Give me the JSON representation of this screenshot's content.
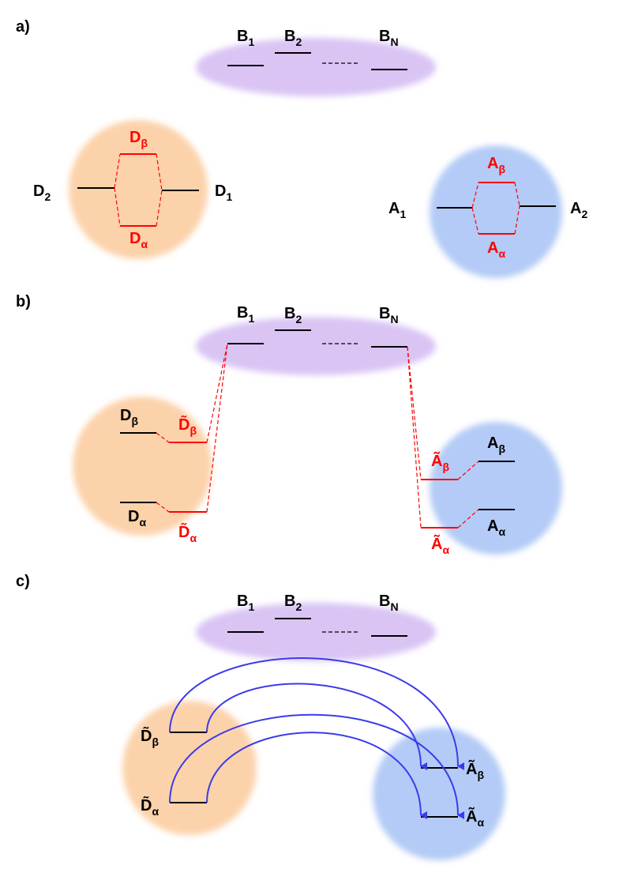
{
  "panels": {
    "a": "a)",
    "b": "b)",
    "c": "c)"
  },
  "bridge": {
    "b1": {
      "main": "B",
      "sub": "1"
    },
    "b2": {
      "main": "B",
      "sub": "2"
    },
    "bn": {
      "main": "B",
      "sub": "N"
    }
  },
  "donor": {
    "d1": {
      "main": "D",
      "sub": "1"
    },
    "d2": {
      "main": "D",
      "sub": "2"
    },
    "d_alpha": {
      "main": "D",
      "sub": "α"
    },
    "d_beta": {
      "main": "D",
      "sub": "β"
    },
    "dt_alpha": {
      "main": "D̃",
      "sub": "α"
    },
    "dt_beta": {
      "main": "D̃",
      "sub": "β"
    }
  },
  "acceptor": {
    "a1": {
      "main": "A",
      "sub": "1"
    },
    "a2": {
      "main": "A",
      "sub": "2"
    },
    "a_alpha": {
      "main": "A",
      "sub": "α"
    },
    "a_beta": {
      "main": "A",
      "sub": "β"
    },
    "at_alpha": {
      "main": "Ã",
      "sub": "α"
    },
    "at_beta": {
      "main": "Ã",
      "sub": "β"
    }
  },
  "colors": {
    "bridge_blob": "#d9c4f4",
    "donor_blob": "#fcd2aa",
    "acceptor_blob": "#b3cbf6",
    "level": "#000000",
    "hybrid": "#ff0000",
    "transfer_arrow": "#3b3bea"
  }
}
